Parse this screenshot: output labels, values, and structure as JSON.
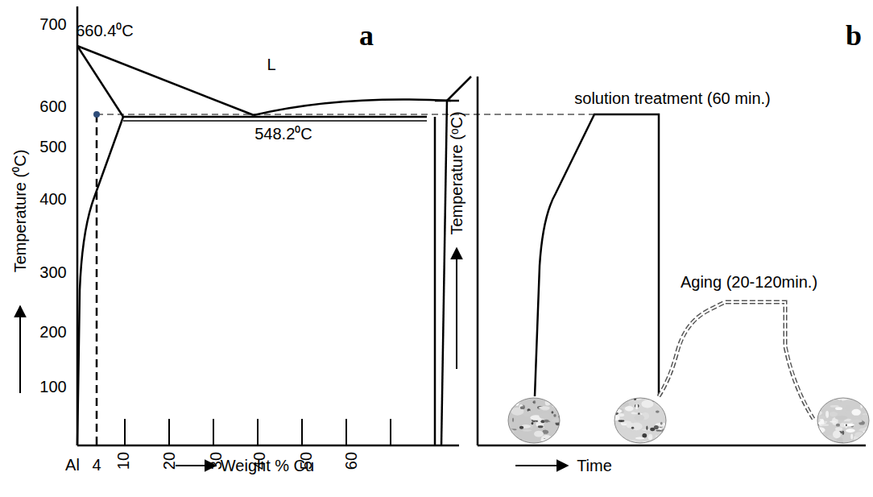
{
  "diagram": {
    "labels": [
      "660.4⁰C",
      "L",
      "548.2⁰C",
      "a",
      "b",
      "700",
      "600",
      "500",
      "400",
      "300",
      "200",
      "100",
      "Temperature (⁰C)",
      "Al",
      "4",
      "10",
      "20",
      "30",
      "40",
      "50",
      "60",
      "Weight % Cu",
      "Temperature (ᵒC)",
      "solution treatment (60 min.)",
      "Aging (20-120min.)",
      "Time"
    ]
  }
}
